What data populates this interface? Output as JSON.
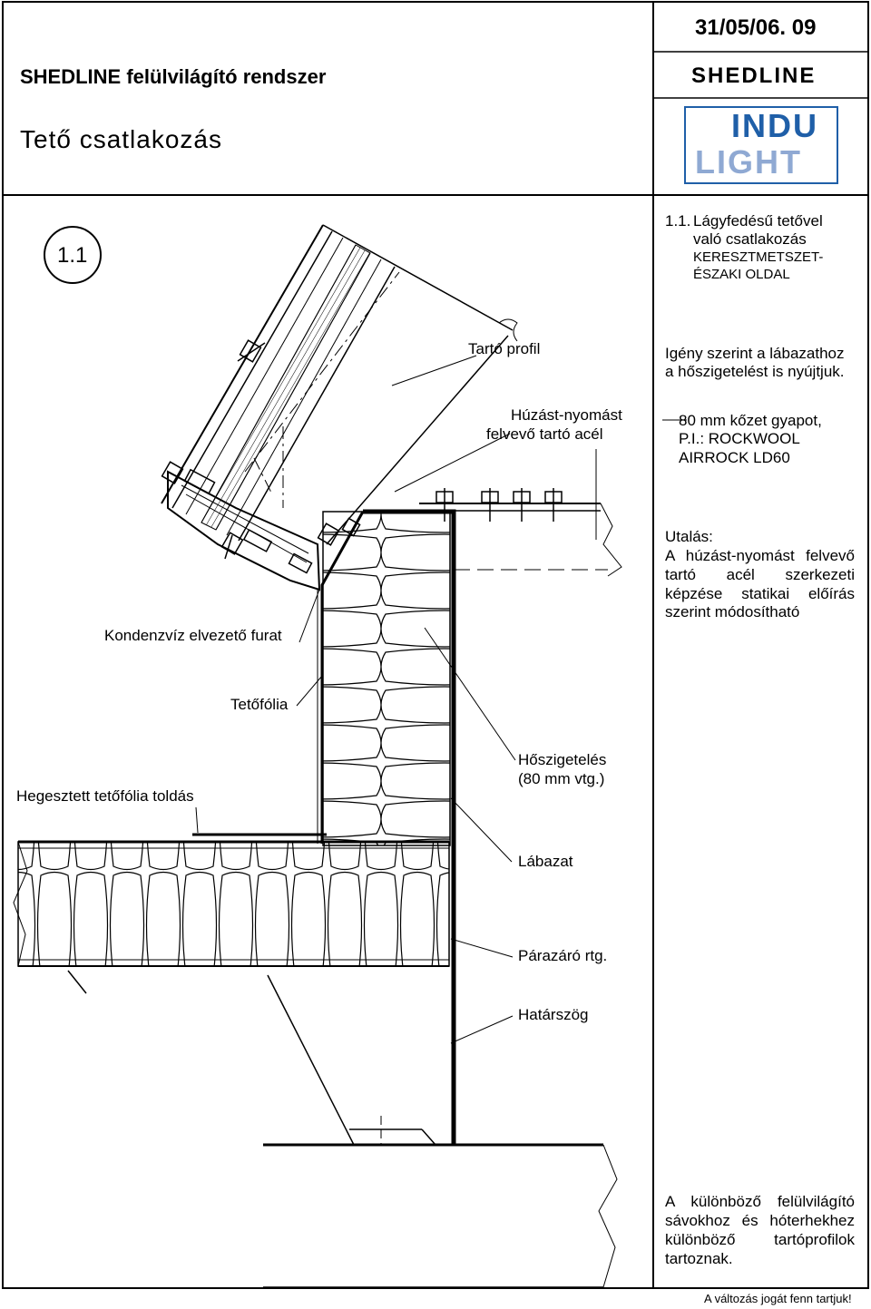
{
  "header": {
    "title_main": "SHEDLINE felülvilágító rendszer",
    "subtitle": "Tető csatlakozás",
    "date_code": "31/05/06. 09",
    "product_name": "SHEDLINE",
    "logo_line1": "INDU",
    "logo_line2": "LIGHT"
  },
  "figure": {
    "number": "1.1"
  },
  "section_heading": {
    "number": "1.1.",
    "line1": "Lágyfedésű tetővel",
    "line2": "való csatlakozás",
    "line3": "KERESZTMETSZET-",
    "line4": "ÉSZAKI OLDAL"
  },
  "notes": {
    "insulation_note_line1": "Igény szerint a lábazathoz",
    "insulation_note_line2": "a hőszigetelést is nyújtjuk.",
    "rockwool_line1": "80 mm kőzet gyapot,",
    "rockwool_line2": "P.I.: ROCKWOOL",
    "rockwool_line3": "AIRROCK LD60",
    "utalas_title": "Utalás:",
    "utalas_line1": "A húzást-nyomást felvevő",
    "utalas_line2": "tartó acél szerkezeti",
    "utalas_line3": "képzése statikai előírás",
    "utalas_line4": "szerint módosítható",
    "bottom_line1": "A különböző felülvilágító",
    "bottom_line2": "sávokhoz és hóterhekhez",
    "bottom_line3": "különböző tartóprofilok",
    "bottom_line4": "tartoznak."
  },
  "labels": {
    "tarto_profil": "Tartó profil",
    "huzast_line1": "Húzást-nyomást",
    "huzast_line2": "felvevő tartó acél",
    "kondenzviz": "Kondenzvíz elvezető furat",
    "tetofolia": "Tetőfólia",
    "hegesztett": "Hegesztett tetőfólia toldás",
    "hoszigeteles_line1": "Hőszigetelés",
    "hoszigeteles_line2": "(80 mm vtg.)",
    "labazat": "Lábazat",
    "parazaro": "Párazáró rtg.",
    "hatarszog": "Határszög"
  },
  "footer": {
    "disclaimer": "A változás jogát fenn tartjuk!"
  },
  "colors": {
    "logo_blue": "#1f5fa8",
    "logo_light": "#8fa9d3",
    "line": "#000000"
  }
}
